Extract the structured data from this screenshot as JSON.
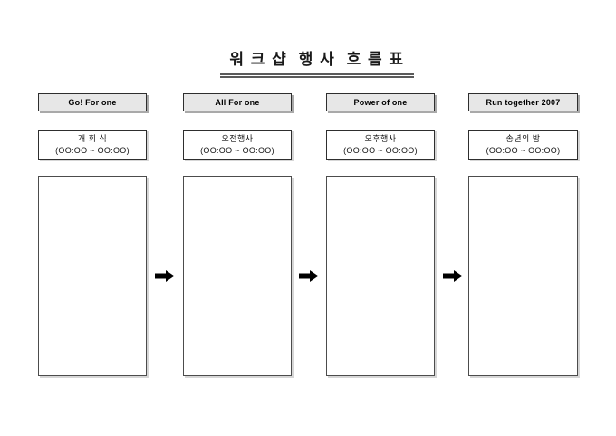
{
  "document": {
    "title": "워 크 샵  행 사  흐 름 표"
  },
  "columns": [
    {
      "header_label": "Go! For one",
      "event_name": "개 회 식",
      "event_time": "(OO:OO ~ OO:OO)"
    },
    {
      "header_label": "All For one",
      "event_name": "오전행사",
      "event_time": "(OO:OO ~ OO:OO)"
    },
    {
      "header_label": "Power of one",
      "event_name": "오후행사",
      "event_time": "(OO:OO ~ OO:OO)"
    },
    {
      "header_label": "Run together 2007",
      "event_name": "송년의 밤",
      "event_time": "(OO:OO ~ OO:OO)"
    }
  ],
  "icons": {
    "flow_arrow": "right-block-arrow-icon"
  },
  "colors": {
    "header_fill": "#e7e7e7",
    "box_border": "#2e2e2e",
    "big_box_border": "#4c4c4c",
    "shadow_dark": "#a9a9a9",
    "shadow_light": "#d6d6d6",
    "title_underline": "#5a5a5a",
    "arrow": "#000000"
  }
}
